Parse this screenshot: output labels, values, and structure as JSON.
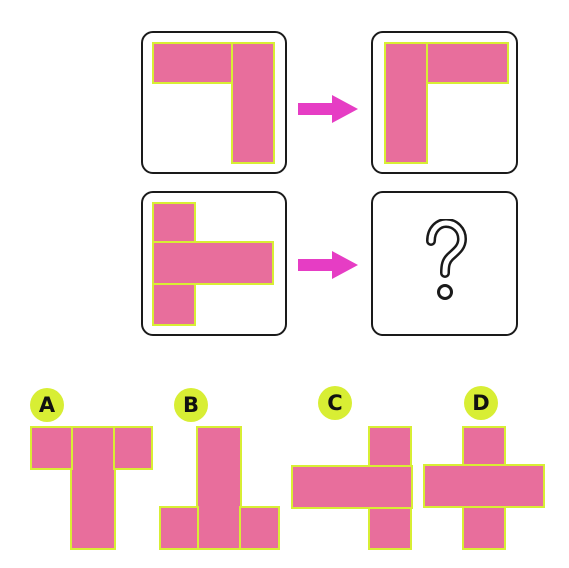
{
  "colors": {
    "piece_fill": "#e86e9c",
    "piece_edge": "#d8ee34",
    "arrow": "#e63dc4",
    "badge_bg": "#d8ee34",
    "frame_border": "#1a1a1a"
  },
  "puzzle": {
    "arrow_icon": "right-arrow-icon",
    "question_icon": "question-mark-icon"
  },
  "options": [
    {
      "label": "A"
    },
    {
      "label": "B"
    },
    {
      "label": "C"
    },
    {
      "label": "D"
    }
  ]
}
